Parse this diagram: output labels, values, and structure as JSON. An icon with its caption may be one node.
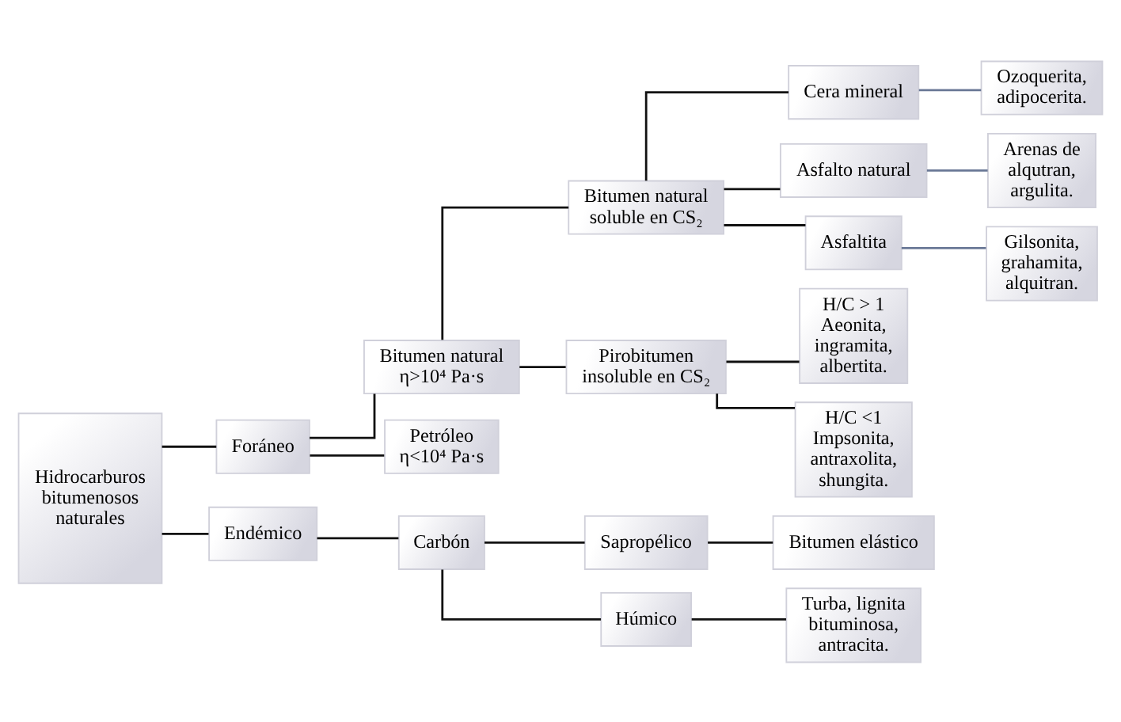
{
  "diagram": {
    "nodes": [
      {
        "text": [
          "Hidrocarburos bitumenosos naturales"
        ]
      },
      {
        "text": [
          "Foráneo"
        ]
      },
      {
        "text": [
          "Bitumen natural",
          "η>10⁴ Pa·s"
        ]
      },
      {
        "text": [
          "Petróleo",
          "η<10⁴ Pa·s"
        ]
      },
      {
        "text": [
          "Bitumen natural soluble en CS₂"
        ]
      },
      {
        "text": [
          "Cera mineral"
        ]
      },
      {
        "text": [
          "Ozoquerita, adipocerita."
        ]
      },
      {
        "text": [
          "Asfalto natural"
        ]
      },
      {
        "text": [
          "Arenas de alqutran, argulita."
        ]
      },
      {
        "text": [
          "Asfaltita"
        ]
      },
      {
        "text": [
          "Gilsonita, grahamita, alquitran."
        ]
      },
      {
        "text": [
          "Pirobitumen insoluble en CS₂"
        ]
      },
      {
        "text": [
          "H/C > 1",
          "Aeonita, ingramita, albertita."
        ]
      },
      {
        "text": [
          "H/C <1",
          "Impsonita, antraxolita, shungita."
        ]
      },
      {
        "text": [
          "Endémico"
        ]
      },
      {
        "text": [
          "Carbón"
        ]
      },
      {
        "text": [
          "Sapropélico"
        ]
      },
      {
        "text": [
          "Bitumen elástico"
        ]
      },
      {
        "text": [
          "Húmico"
        ]
      },
      {
        "text": [
          "Turba, lignita bituminosa, antracita."
        ]
      }
    ],
    "edges": [
      {
        "from": 0,
        "to": 1,
        "arrow": "none"
      },
      {
        "from": 0,
        "to": 14,
        "arrow": "none"
      },
      {
        "from": 1,
        "to": 2,
        "arrow": "none"
      },
      {
        "from": 1,
        "to": 3,
        "arrow": "none"
      },
      {
        "from": 2,
        "to": 4,
        "arrow": "none"
      },
      {
        "from": 2,
        "to": 11,
        "arrow": "none"
      },
      {
        "from": 4,
        "to": 5,
        "arrow": "none"
      },
      {
        "from": 4,
        "to": 7,
        "arrow": "none"
      },
      {
        "from": 4,
        "to": 9,
        "arrow": "none"
      },
      {
        "from": 5,
        "to": 6,
        "arrow": "none",
        "color": "#6a7896"
      },
      {
        "from": 7,
        "to": 8,
        "arrow": "none",
        "color": "#6a7896"
      },
      {
        "from": 9,
        "to": 10,
        "arrow": "none",
        "color": "#6a7896"
      },
      {
        "from": 11,
        "to": 12,
        "arrow": "none"
      },
      {
        "from": 11,
        "to": 13,
        "arrow": "none"
      },
      {
        "from": 14,
        "to": 15,
        "arrow": "none"
      },
      {
        "from": 15,
        "to": 16,
        "arrow": "none"
      },
      {
        "from": 15,
        "to": 18,
        "arrow": "none"
      },
      {
        "from": 16,
        "to": 17,
        "arrow": "none"
      },
      {
        "from": 18,
        "to": 19,
        "arrow": "none"
      }
    ]
  }
}
